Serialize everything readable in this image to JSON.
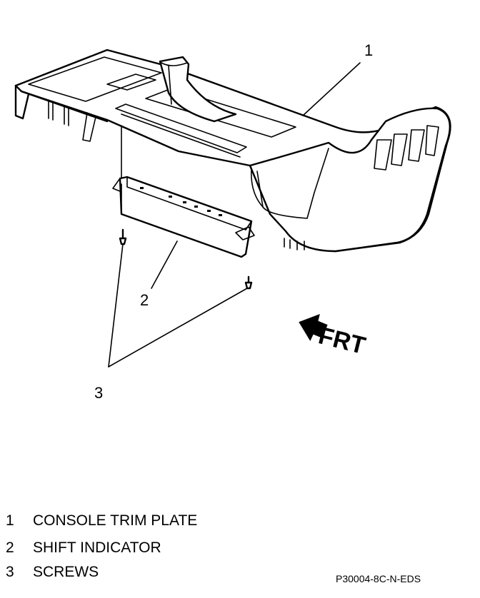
{
  "callouts": {
    "one": "1",
    "two": "2",
    "three": "3"
  },
  "direction_label": "FRT",
  "legend": [
    {
      "number": "1",
      "label": "CONSOLE TRIM PLATE"
    },
    {
      "number": "2",
      "label": "SHIFT INDICATOR"
    },
    {
      "number": "3",
      "label": "SCREWS"
    }
  ],
  "figure_id": "P30004-8C-N-EDS"
}
